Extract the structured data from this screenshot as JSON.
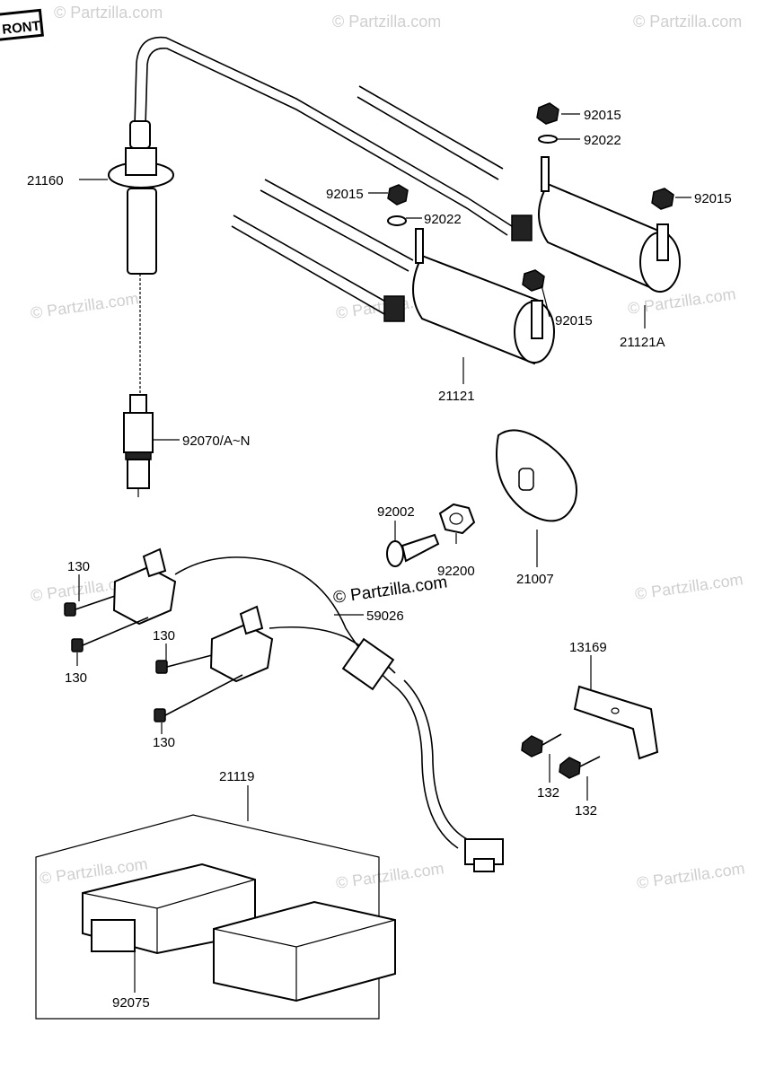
{
  "front_badge": "RONT",
  "watermark": "© Partzilla.com",
  "labels": {
    "p21160": "21160",
    "p92015_a": "92015",
    "p92022_a": "92022",
    "p92015_b": "92015",
    "p92022_b": "92022",
    "p92015_c": "92015",
    "p92015_d": "92015",
    "p21121": "21121",
    "p21121A": "21121A",
    "p92070": "92070/A~N",
    "p92002": "92002",
    "p92200": "92200",
    "p21007": "21007",
    "p130_a": "130",
    "p130_b": "130",
    "p130_c": "130",
    "p130_d": "130",
    "p59026": "59026",
    "p13169": "13169",
    "p132_a": "132",
    "p132_b": "132",
    "p21119": "21119",
    "p92075": "92075"
  }
}
